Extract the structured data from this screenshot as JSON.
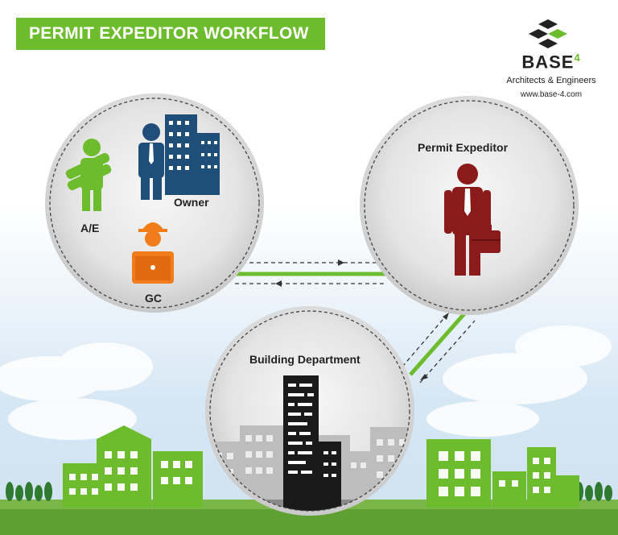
{
  "header": {
    "title": "PERMIT EXPEDITOR WORKFLOW"
  },
  "logo": {
    "brand": "BASE",
    "brand_suffix": "4",
    "tagline": "Architects & Engineers",
    "website": "www.base-4.com"
  },
  "nodes": {
    "stakeholders": {
      "ae_label": "A/E",
      "owner_label": "Owner",
      "gc_label": "GC"
    },
    "expeditor": {
      "label": "Permit Expeditor"
    },
    "department": {
      "label": "Building Department"
    }
  },
  "colors": {
    "accent_green": "#6cbc2e",
    "owner_blue": "#1f4e79",
    "gc_orange": "#f07d1a",
    "expeditor_red": "#8b1a1a",
    "building_dark": "#1a1a1a"
  }
}
